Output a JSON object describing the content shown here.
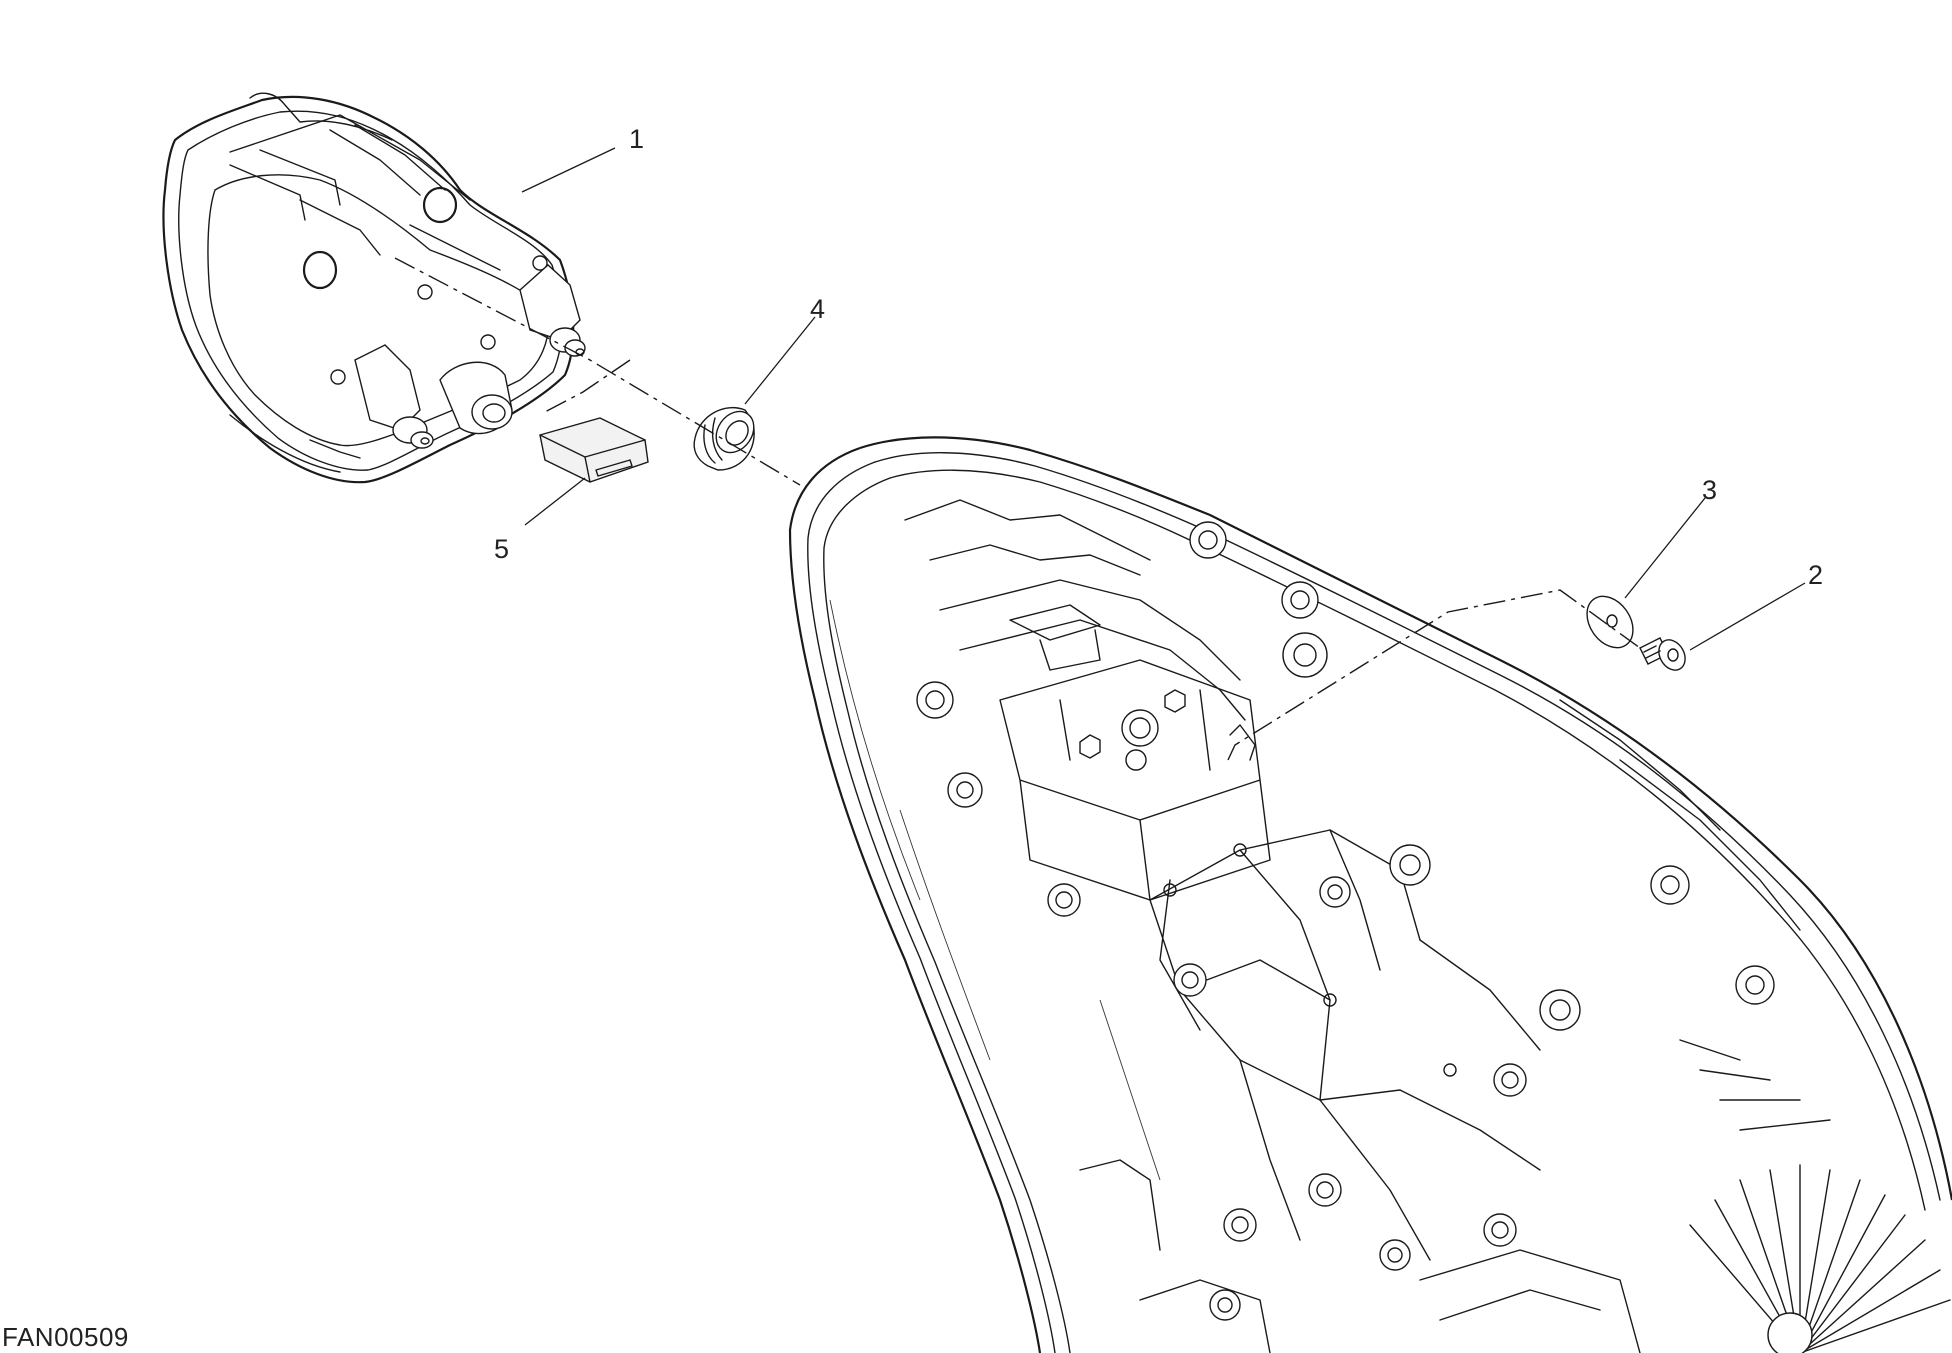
{
  "figure": {
    "code": "FAN00509"
  },
  "callouts": [
    {
      "id": "1",
      "label": "1"
    },
    {
      "id": "2",
      "label": "2"
    },
    {
      "id": "3",
      "label": "3"
    },
    {
      "id": "4",
      "label": "4"
    },
    {
      "id": "5",
      "label": "5"
    }
  ]
}
